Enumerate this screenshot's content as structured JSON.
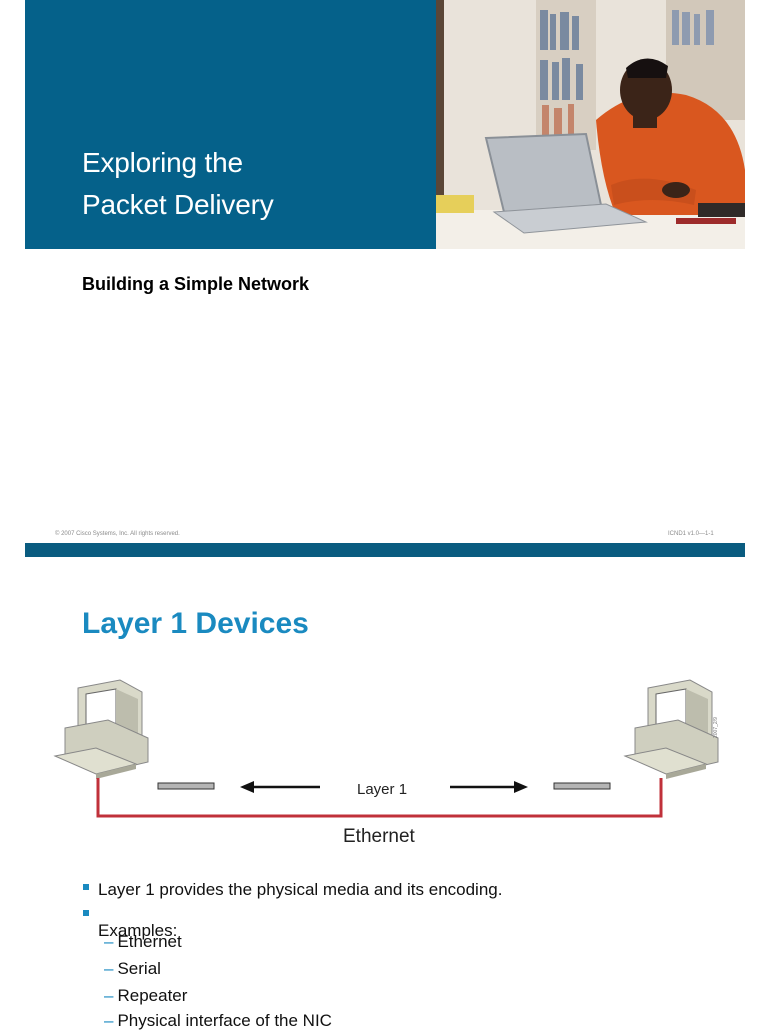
{
  "slide1": {
    "title_lines": [
      "Exploring the",
      "Packet Delivery",
      "Process"
    ],
    "subtitle": "Building a Simple Network",
    "footer_left": "© 2007 Cisco Systems, Inc. All rights reserved.",
    "footer_right": "ICND1 v1.0—1-1",
    "colors": {
      "panel": "#05618a",
      "bar": "#0a5c80"
    }
  },
  "slide2": {
    "title": "Layer 1 Devices",
    "diagram": {
      "layer_label": "Layer 1",
      "cable_label": "Ethernet",
      "figure_code": "2007_2/9",
      "cable_color": "#c0313a"
    },
    "bullets": [
      "Layer 1 provides the physical media and its encoding.",
      "Examples:"
    ],
    "sub_items": [
      "Ethernet",
      "Serial",
      "Repeater",
      "Physical interface of the NIC"
    ],
    "colors": {
      "title": "#1a8ac0",
      "bullet": "#1a8ac0"
    }
  }
}
